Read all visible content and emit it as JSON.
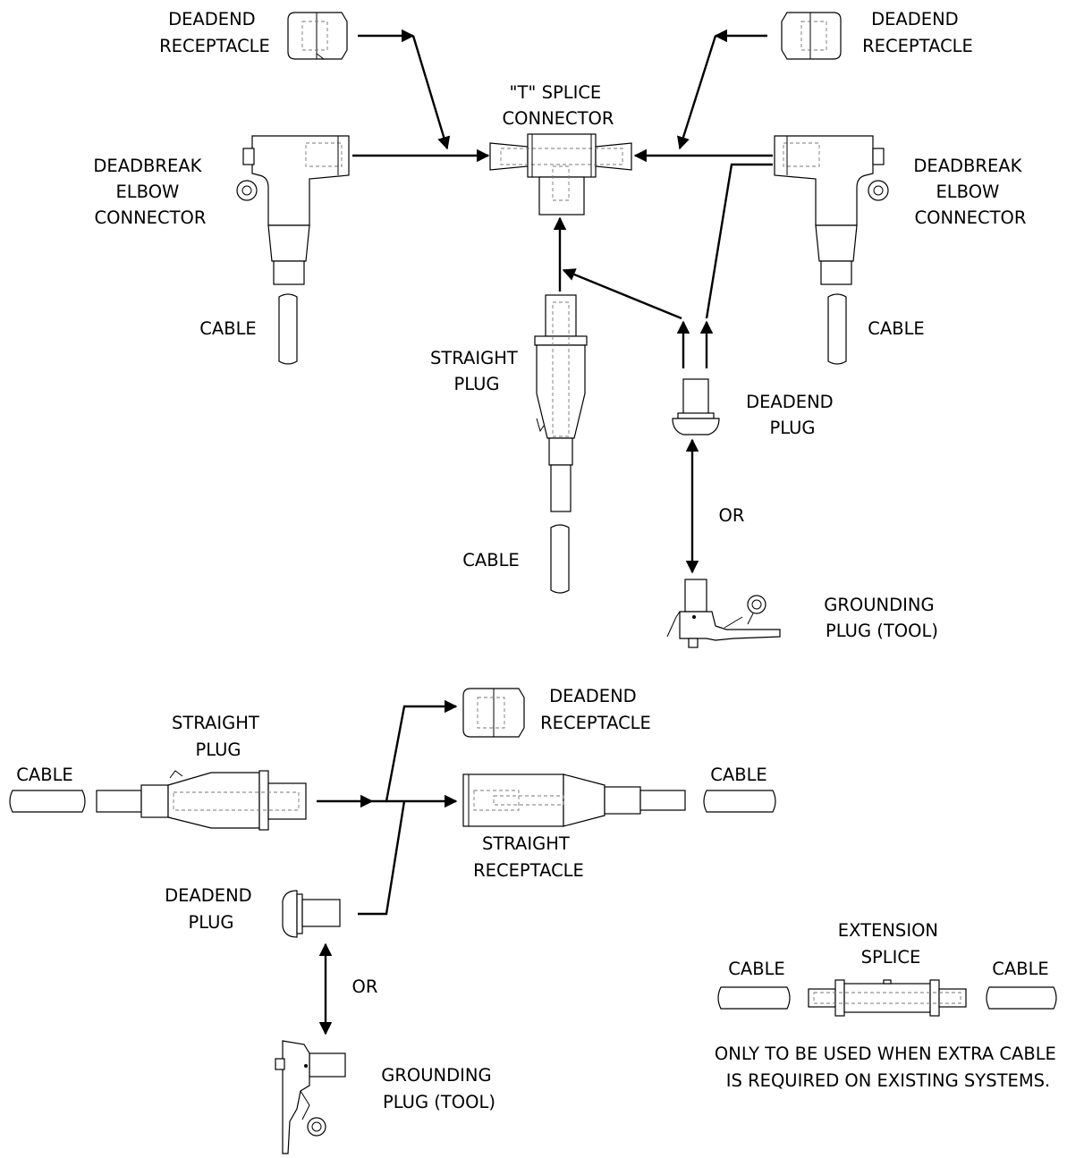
{
  "labels": {
    "deadend_receptacle_left": [
      "DEADEND",
      "RECEPTACLE"
    ],
    "deadend_receptacle_right": [
      "DEADEND",
      "RECEPTACLE"
    ],
    "t_splice": [
      "\"T\" SPLICE",
      "CONNECTOR"
    ],
    "deadbreak_elbow_left": [
      "DEADBREAK",
      "ELBOW",
      "CONNECTOR"
    ],
    "deadbreak_elbow_right": [
      "DEADBREAK",
      "ELBOW",
      "CONNECTOR"
    ],
    "cable_upper_left": "CABLE",
    "cable_upper_right": "CABLE",
    "straight_plug_upper": [
      "STRAIGHT",
      "PLUG"
    ],
    "deadend_plug_upper": [
      "DEADEND",
      "PLUG"
    ],
    "or_upper": "OR",
    "cable_upper_center": "CABLE",
    "grounding_plug_upper": [
      "GROUNDING",
      "PLUG (TOOL)"
    ],
    "deadend_receptacle_lower": [
      "DEADEND",
      "RECEPTACLE"
    ],
    "straight_plug_lower": [
      "STRAIGHT",
      "PLUG"
    ],
    "cable_lower_left": "CABLE",
    "cable_lower_right": "CABLE",
    "straight_receptacle": [
      "STRAIGHT",
      "RECEPTACLE"
    ],
    "deadend_plug_lower": [
      "DEADEND",
      "PLUG"
    ],
    "or_lower": "OR",
    "grounding_plug_lower": [
      "GROUNDING",
      "PLUG (TOOL)"
    ],
    "extension_splice": [
      "EXTENSION",
      "SPLICE"
    ],
    "cable_ext_left": "CABLE",
    "cable_ext_right": "CABLE",
    "note": [
      "ONLY TO BE USED WHEN EXTRA CABLE",
      "IS REQUIRED ON EXISTING SYSTEMS."
    ]
  }
}
